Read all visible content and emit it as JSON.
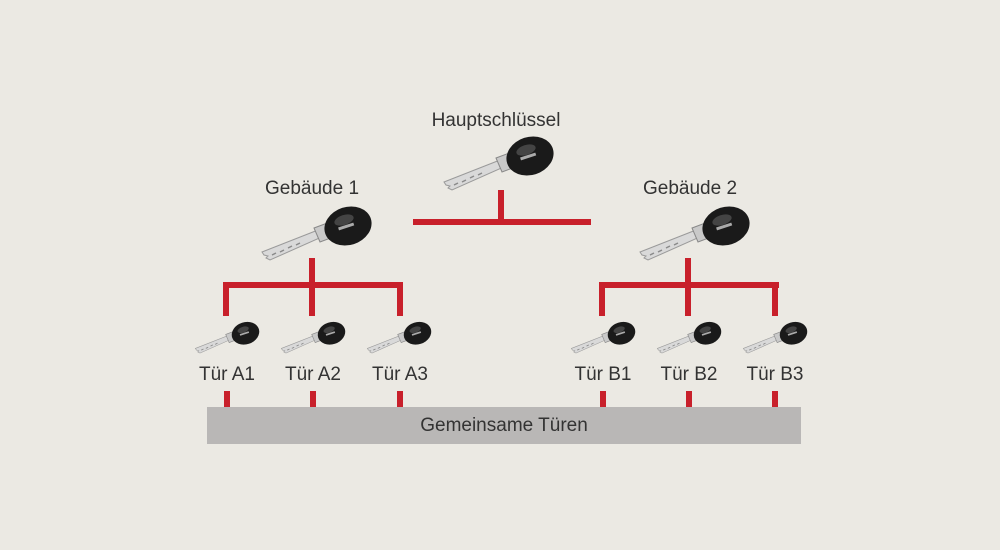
{
  "master": {
    "label": "Hauptschlüssel",
    "icon": "key-icon"
  },
  "buildings": [
    {
      "label": "Gebäude 1",
      "icon": "key-icon",
      "doors": [
        "Tür A1",
        "Tür A2",
        "Tür A3"
      ]
    },
    {
      "label": "Gebäude 2",
      "icon": "key-icon",
      "doors": [
        "Tür B1",
        "Tür B2",
        "Tür B3"
      ]
    }
  ],
  "shared_doors": {
    "label": "Gemeinsame Türen"
  },
  "colors": {
    "line": "#c8202b",
    "bar": "#b9b7b6",
    "background": "#ebe9e3",
    "key_head": "#1a1a1a"
  }
}
